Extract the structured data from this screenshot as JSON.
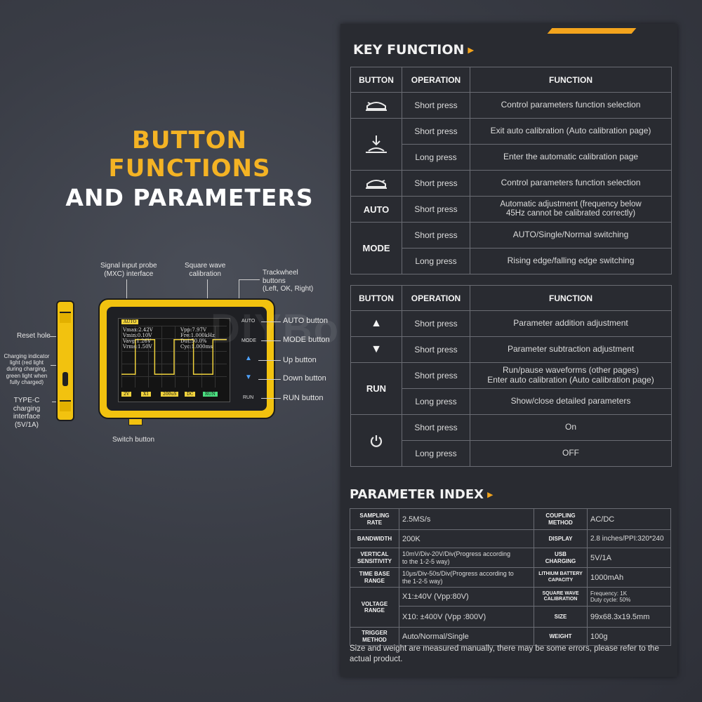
{
  "headline": {
    "line1": "BUTTON FUNCTIONS",
    "line2": "AND PARAMETERS"
  },
  "device": {
    "callouts": {
      "signal_input": "Signal input probe\n(MXC) interface",
      "square_wave": "Square wave\ncalibration",
      "trackwheel": "Trackwheel\nbuttons\n(Left, OK, Right)",
      "reset_hole": "Reset hole",
      "charging_indicator": "Charging indicator\nlight (red light\nduring charging,\ngreen light when\nfully charged)",
      "type_c": "TYPE-C charging\ninterface (5V/1A)",
      "auto_button": "AUTO button",
      "mode_button": "MODE button",
      "up_button": "Up button",
      "down_button": "Down button",
      "run_button": "RUN button",
      "switch_button": "Switch button"
    },
    "screen": {
      "mode": "AUTO",
      "vmax": "Vmax:2.42V",
      "vmin": "Vmin:0.10V",
      "vavg": "Vavg:1.26V",
      "vrms": "Vrms:1.50V",
      "vpp": "Vpp:7.97V",
      "freq": "Fre:1.000kHz",
      "duty": "Dut:50.0%",
      "cyc": "Cyc:1.000ms",
      "tags": [
        "2V",
        "X1",
        "200uS",
        "DC",
        "RUN"
      ]
    },
    "side_labels": {
      "auto": "AUTO",
      "mode": "MODE",
      "run": "RUN"
    }
  },
  "watermark": "DIYBox",
  "key_function": {
    "title": "KEY FUNCTION",
    "headers": [
      "BUTTON",
      "OPERATION",
      "FUNCTION"
    ],
    "rows": [
      {
        "button": "",
        "icon": "left-wheel-icon",
        "op": "Short press",
        "fn": "Control parameters function selection"
      },
      {
        "button": "",
        "icon": "press-down-icon",
        "op": "Short press",
        "fn": "Exit auto calibration (Auto calibration page)"
      },
      {
        "button": "",
        "icon": "",
        "op": "Long press",
        "fn": "Enter the automatic calibration page"
      },
      {
        "button": "",
        "icon": "right-wheel-icon",
        "op": "Short press",
        "fn": "Control parameters function selection"
      },
      {
        "button": "AUTO",
        "icon": "",
        "op": "Short press",
        "fn": "Automatic adjustment (frequency below\n45Hz cannot be calibrated correctly)"
      },
      {
        "button": "MODE",
        "icon": "",
        "op": "Short press",
        "fn": "AUTO/Single/Normal switching"
      },
      {
        "button": "",
        "icon": "",
        "op": "Long press",
        "fn": "Rising edge/falling edge switching"
      }
    ]
  },
  "key_function2": {
    "headers": [
      "BUTTON",
      "OPERATION",
      "FUNCTION"
    ],
    "rows": [
      {
        "button": "",
        "icon": "up-triangle-icon",
        "op": "Short press",
        "fn": "Parameter addition adjustment"
      },
      {
        "button": "",
        "icon": "down-triangle-icon",
        "op": "Short press",
        "fn": "Parameter subtraction adjustment"
      },
      {
        "button": "RUN",
        "icon": "",
        "op": "Short press",
        "fn": "Run/pause waveforms (other pages)\nEnter auto calibration (Auto calibration page)"
      },
      {
        "button": "",
        "icon": "",
        "op": "Long press",
        "fn": "Show/close detailed parameters"
      },
      {
        "button": "",
        "icon": "power-icon",
        "op": "Short press",
        "fn": "On"
      },
      {
        "button": "",
        "icon": "",
        "op": "Long press",
        "fn": "OFF"
      }
    ]
  },
  "parameter_index": {
    "title": "PARAMETER INDEX",
    "rows": [
      {
        "k1": "SAMPLING\nRATE",
        "v1": "2.5MS/s",
        "k2": "COUPLING\nMETHOD",
        "v2": "AC/DC"
      },
      {
        "k1": "BANDWIDTH",
        "v1": "200K",
        "k2": "DISPLAY",
        "v2": "2.8 inches/PPI:320*240"
      },
      {
        "k1": "VERTICAL\nSENSITIVITY",
        "v1": "10mV/Div-20V/Div(Progress according\nto the 1-2-5 way)",
        "k2": "USB\nCHARGING",
        "v2": "5V/1A"
      },
      {
        "k1": "TIME BASE\nRANGE",
        "v1": "10μs/Div-50s/Div(Progress according to\nthe 1-2-5 way)",
        "k2": "LITHIUM BATTERY\nCAPACITY",
        "v2": "1000mAh"
      },
      {
        "k1": "VOLTAGE\nRANGE",
        "v1": "X1:±40V (Vpp:80V)",
        "k2": "SQUARE WAVE\nCALIBRATION",
        "v2": "Frequency: 1K\nDuty cycle: 50%"
      },
      {
        "k1": "",
        "v1": "X10: ±400V (Vpp :800V)",
        "k2": "SIZE",
        "v2": "99x68.3x19.5mm"
      },
      {
        "k1": "TRIGGER\nMETHOD",
        "v1": "Auto/Normal/Single",
        "k2": "WEIGHT",
        "v2": "100g"
      }
    ],
    "note": "Size and weight are measured manually, there may be some errors, please refer to the actual product."
  },
  "colors": {
    "accent": "#f3a41d",
    "device_yellow": "#f2c20f",
    "panel": "#292b31"
  }
}
